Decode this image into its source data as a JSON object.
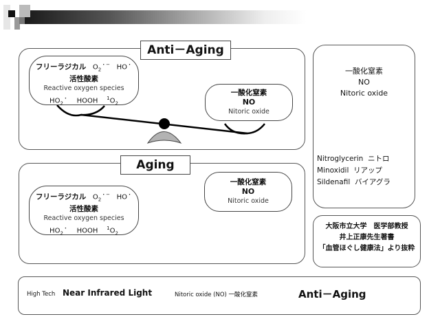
{
  "anti_aging_panel": {
    "title": "Anti－Aging",
    "left_bubble": {
      "line1_jp": "フリーラジカル",
      "line1_o2": "O",
      "line1_o2_sub": "2",
      "line1_o2_sup": "・−",
      "line1_ho": "HO",
      "line1_ho_sup": "・",
      "line2_jp": "活性酸素",
      "line3_en": "Reactive oxygen species",
      "line4_ho2": "HO",
      "line4_ho2_sub": "2",
      "line4_ho2_sup": "・",
      "line4_hooh": "HOOH",
      "line4_o2_sup": "1",
      "line4_o2": "O",
      "line4_o2_sub": "2"
    },
    "right_bubble": {
      "line1_jp": "一酸化窒素",
      "line2": "NO",
      "line3_en": "Nitoric oxide"
    }
  },
  "aging_panel": {
    "title": "Aging",
    "left_bubble": {
      "line1_jp": "フリーラジカル",
      "line1_o2": "O",
      "line1_o2_sub": "2",
      "line1_o2_sup": "・−",
      "line1_ho": "HO",
      "line1_ho_sup": "・",
      "line2_jp": "活性酸素",
      "line3_en": "Reactive oxygen species",
      "line4_ho2": "HO",
      "line4_ho2_sub": "2",
      "line4_ho2_sup": "・",
      "line4_hooh": "HOOH",
      "line4_o2_sup": "1",
      "line4_o2": "O",
      "line4_o2_sub": "2"
    },
    "right_bubble": {
      "line1_jp": "一酸化窒素",
      "line2": "NO",
      "line3_en": "Nitoric oxide"
    }
  },
  "no_panel": {
    "line1_jp": "一酸化窒素",
    "line2": "NO",
    "line3_en": "Nitoric oxide",
    "drugs": [
      {
        "name": "Nitroglycerin",
        "jp": "ニトロ"
      },
      {
        "name": "Minoxidil",
        "jp": "リアップ"
      },
      {
        "name": "Sildenafil",
        "jp": "バイアグラ"
      }
    ]
  },
  "source_panel": {
    "line1": "大阪市立大学　医学部教授",
    "line2": "井上正康先生著書",
    "line3": "「血管ほぐし健康法」より抜粋"
  },
  "flow": {
    "high_tech": "High Tech",
    "near_infrared": "Near Infrared Light",
    "nitoric": "Nitoric oxide (NO) 一酸化窒素",
    "anti_aging": "Anti－Aging"
  },
  "colors": {
    "fulcrum": "#b3b3b3",
    "pivot": "#000000",
    "border": "#555555"
  }
}
